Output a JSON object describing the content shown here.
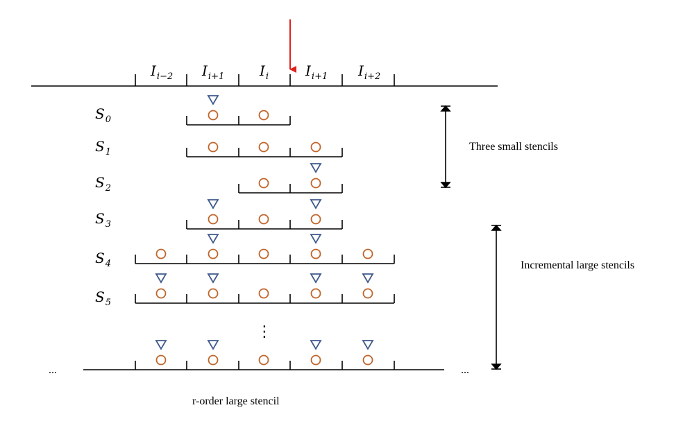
{
  "diagram": {
    "cells": [
      {
        "base": "I",
        "sub": "i−2"
      },
      {
        "base": "I",
        "sub": "i+1"
      },
      {
        "base": "I",
        "sub": "i"
      },
      {
        "base": "I",
        "sub": "i+1"
      },
      {
        "base": "I",
        "sub": "i+2"
      }
    ],
    "stencils": [
      {
        "base": "S",
        "sub": "0"
      },
      {
        "base": "S",
        "sub": "1"
      },
      {
        "base": "S",
        "sub": "2"
      },
      {
        "base": "S",
        "sub": "3"
      },
      {
        "base": "S",
        "sub": "4"
      },
      {
        "base": "S",
        "sub": "5"
      }
    ],
    "vertical_dots": "⋮",
    "ellipsis_left": "...",
    "ellipsis_right": "...",
    "label_small": "Three small stencils",
    "label_incremental": "Incremental large stencils",
    "label_bottom": "r-order large stencil",
    "colors": {
      "circle": "#C0652A",
      "triangle": "#3F5A8C",
      "arrow": "#E0201B",
      "line": "#000000"
    }
  }
}
